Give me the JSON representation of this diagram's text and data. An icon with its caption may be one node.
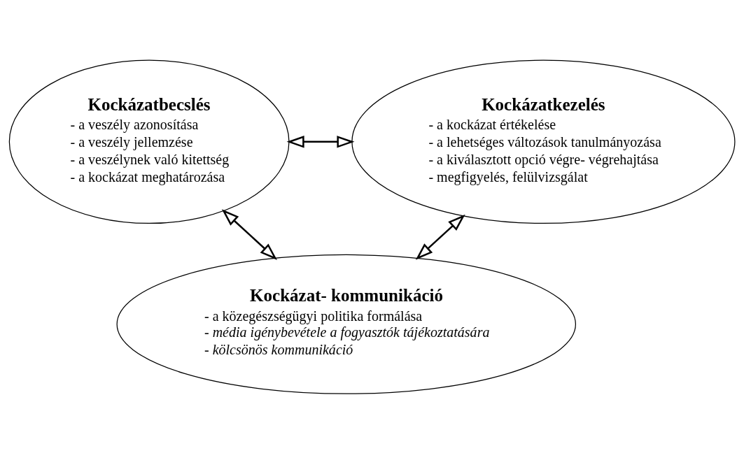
{
  "diagram": {
    "nodes": [
      {
        "text": [
          "Kockázatbecslés",
          "- a veszély azonosítása",
          "- a veszély jellemzése",
          "- a veszélynek való kitettség",
          "- a kockázat meghatározása"
        ]
      },
      {
        "text": [
          "Kockázatkezelés",
          "- a kockázat értékelése",
          "- a lehetséges változások tanulmányozása",
          "- a kiválasztott opció végre- végrehajtása",
          "- megfigyelés, felülvizsgálat"
        ]
      },
      {
        "text": [
          "Kockázat- kommunikáció",
          "- a közegészségügyi politika formálása",
          "- média igénybevétele a fogyasztók tájékoztatására",
          "- kölcsönös kommunikáció"
        ]
      }
    ],
    "edges": [
      {
        "from": 0,
        "to": 1,
        "arrow": "both"
      },
      {
        "from": 0,
        "to": 2,
        "arrow": "both"
      },
      {
        "from": 1,
        "to": 2,
        "arrow": "both"
      }
    ]
  }
}
